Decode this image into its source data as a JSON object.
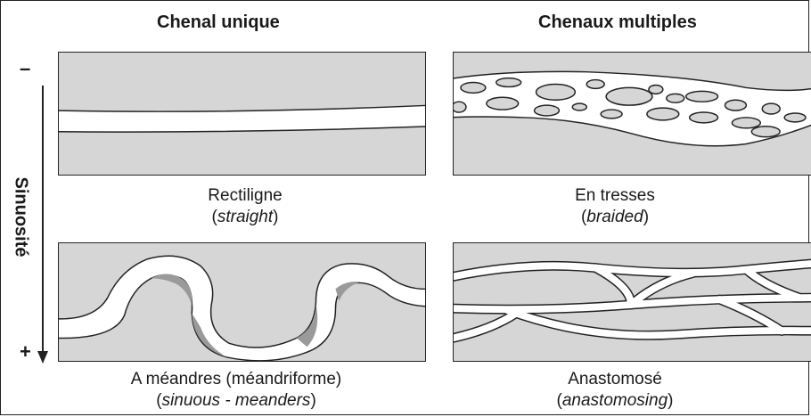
{
  "headers": {
    "single": "Chenal unique",
    "multiple": "Chenaux multiples"
  },
  "axis": {
    "label": "Sinuosité",
    "minus": "–",
    "plus": "+"
  },
  "panels": [
    {
      "name": "Rectiligne",
      "italic": "straight",
      "open": "(",
      "close": ")"
    },
    {
      "name": "En tresses",
      "italic": "braided",
      "open": "(",
      "close": ")"
    },
    {
      "name": "A méandres (méandriforme)",
      "italic": "sinuous - meanders",
      "open": "(",
      "close": ")"
    },
    {
      "name": "Anastomosé",
      "italic": "anastomosing",
      "open": "(",
      "close": ")"
    }
  ],
  "colors": {
    "floodplain": "#d6d6d6",
    "channel": "#ffffff",
    "outline": "#222222",
    "point_bar": "#9a9a9a"
  }
}
